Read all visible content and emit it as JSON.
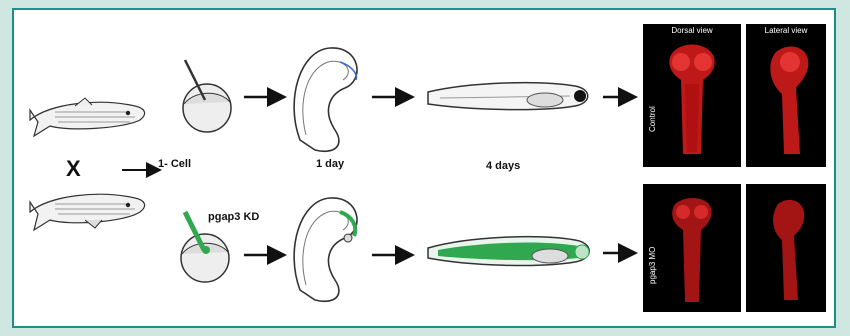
{
  "labels": {
    "cross": "X",
    "stage_one_cell": "1- Cell",
    "stage_one_day": "1 day",
    "stage_four_days": "4 days",
    "knockdown": "pgap3 KD"
  },
  "images": {
    "dorsal_view": "Dorsal view",
    "lateral_view": "Lateral view",
    "control": "Control",
    "morphant": "pgap3 MO"
  },
  "colors": {
    "border": "#1c8f86",
    "stain": "#d11c1c",
    "knockdown_green": "#2fa84f",
    "thumbnail_bg": "#000000"
  },
  "icons": [
    "zebrafish-icon",
    "injection-needle-icon",
    "egg-cell-icon",
    "embryo-icon",
    "larva-icon",
    "arrow-icon"
  ]
}
